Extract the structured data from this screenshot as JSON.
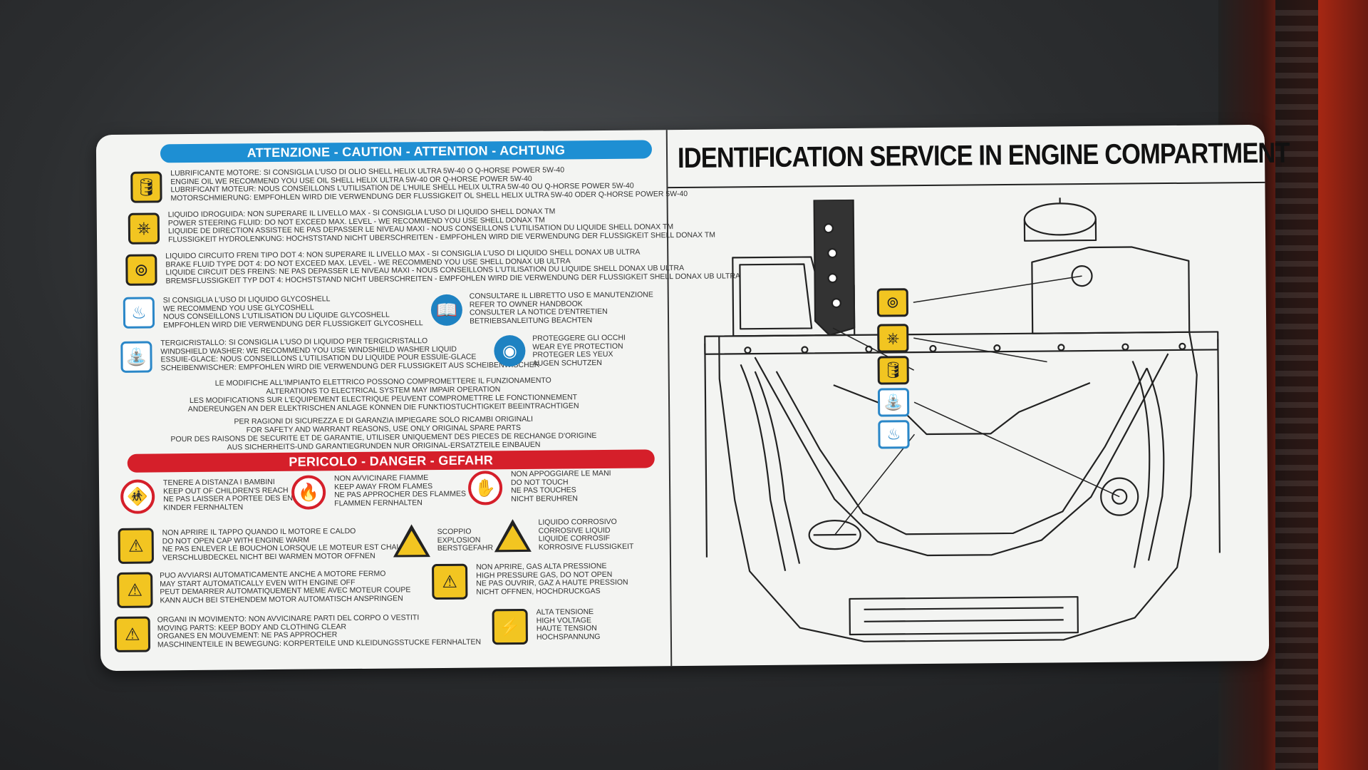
{
  "left_panel": {
    "caution_header": "ATTENZIONE - CAUTION - ATTENTION - ACHTUNG",
    "caution_items": [
      {
        "icon": "oil-can-icon",
        "style": "yellow",
        "lines": [
          "LUBRIFICANTE MOTORE: SI CONSIGLIA L'USO DI OLIO SHELL HELIX ULTRA 5W-40 O Q-HORSE POWER 5W-40",
          "ENGINE OIL WE RECOMMEND YOU USE OIL SHELL HELIX ULTRA 5W-40 OR Q-HORSE POWER 5W-40",
          "LUBRIFICANT MOTEUR: NOUS CONSEILLONS L'UTILISATION DE L'HUILE SHELL HELIX ULTRA 5W-40 OU Q-HORSE POWER 5W-40",
          "MOTORSCHMIERUNG: EMPFOHLEN WIRD DIE VERWENDUNG DER FLUSSIGKEIT OL SHELL HELIX ULTRA 5W-40 ODER Q-HORSE POWER 5W-40"
        ]
      },
      {
        "icon": "steering-wheel-icon",
        "style": "yellow",
        "lines": [
          "LIQUIDO IDROGUIDA: NON SUPERARE IL LIVELLO MAX - SI CONSIGLIA L'USO DI LIQUIDO SHELL DONAX TM",
          "POWER STEERING FLUID: DO NOT EXCEED MAX. LEVEL - WE RECOMMEND YOU USE SHELL DONAX TM",
          "LIQUIDE DE DIRECTION ASSISTEE NE PAS DEPASSER LE NIVEAU MAXI - NOUS CONSEILLONS L'UTILISATION DU LIQUIDE SHELL DONAX TM",
          "FLUSSIGKEIT HYDROLENKUNG: HOCHSTSTAND NICHT UBERSCHREITEN - EMPFOHLEN WIRD DIE VERWENDUNG DER FLUSSIGKEIT SHELL DONAX TM"
        ]
      },
      {
        "icon": "brake-fluid-icon",
        "style": "yellow",
        "lines": [
          "LIQUIDO CIRCUITO FRENI TIPO DOT 4: NON SUPERARE IL LIVELLO MAX - SI CONSIGLIA L'USO DI LIQUIDO SHELL DONAX UB ULTRA",
          "BRAKE FLUID TYPE DOT 4: DO NOT EXCEED MAX. LEVEL - WE RECOMMEND YOU USE SHELL DONAX UB ULTRA",
          "LIQUIDE CIRCUIT DES FREINS: NE PAS DEPASSER LE NIVEAU MAXI - NOUS CONSEILLONS L'UTILISATION DU LIQUIDE SHELL DONAX UB ULTRA",
          "BREMSFLUSSIGKEIT TYP DOT 4: HOCHSTSTAND NICHT UBERSCHREITEN - EMPFOHLEN WIRD DIE VERWENDUNG DER FLUSSIGKEIT SHELL DONAX UB ULTRA"
        ]
      },
      {
        "icon": "coolant-icon",
        "style": "bluebox",
        "lines": [
          "SI CONSIGLIA L'USO DI LIQUIDO GLYCOSHELL",
          "WE RECOMMEND YOU USE GLYCOSHELL",
          "NOUS CONSEILLONS L'UTILISATION DU LIQUIDE GLYCOSHELL",
          "EMPFOHLEN WIRD DIE VERWENDUNG DER FLUSSIGKEIT GLYCOSHELL"
        ]
      },
      {
        "icon": "washer-fluid-icon",
        "style": "bluebox",
        "lines": [
          "TERGICRISTALLO: SI CONSIGLIA L'USO DI LIQUIDO PER TERGICRISTALLO",
          "WINDSHIELD WASHER: WE RECOMMEND YOU USE WINDSHIELD WASHER LIQUID",
          "ESSUIE-GLACE: NOUS CONSEILLONS L'UTILISATION DU LIQUIDE POUR ESSUIE-GLACE",
          "SCHEIBENWISCHER: EMPFOHLEN WIRD DIE VERWENDUNG DER FLUSSIGKEIT AUS SCHEIBENWISCHER"
        ]
      }
    ],
    "handbook": {
      "icon": "handbook-icon",
      "lines": [
        "CONSULTARE IL LIBRETTO USO E MANUTENZIONE",
        "REFER TO OWNER HANDBOOK",
        "CONSULTER LA NOTICE D'ENTRETIEN",
        "BETRIEBSANLEITUNG BEACHTEN"
      ]
    },
    "eye_protection": {
      "icon": "eye-protection-icon",
      "lines": [
        "PROTEGGERE GLI OCCHI",
        "WEAR EYE PROTECTION",
        "PROTEGER LES YEUX",
        "AUGEN SCHUTZEN"
      ]
    },
    "electrical_notice": [
      "LE MODIFICHE ALL'IMPIANTO ELETTRICO POSSONO COMPROMETTERE IL FUNZIONAMENTO",
      "ALTERATIONS TO ELECTRICAL SYSTEM MAY IMPAIR OPERATION",
      "LES MODIFICATIONS SUR L'EQUIPEMENT ELECTRIQUE PEUVENT COMPROMETTRE LE FONCTIONNEMENT",
      "ANDEREUNGEN AN DER ELEKTRISCHEN ANLAGE KONNEN DIE FUNKTIOSTUCHTIGKEIT BEEINTRACHTIGEN"
    ],
    "spare_parts_notice": [
      "PER RAGIONI DI SICUREZZA E DI GARANZIA IMPIEGARE SOLO RICAMBI ORIGINALI",
      "FOR SAFETY AND WARRANT REASONS, USE ONLY ORIGINAL SPARE PARTS",
      "POUR DES RAISONS DE SECURITE ET DE GARANTIE, UTILISER UNIQUEMENT DES PIECES DE RECHANGE D'ORIGINE",
      "AUS SICHERHEITS-UND GARANTIEGRUNDEN NUR ORIGINAL-ERSATZTEILE EINBAUEN"
    ],
    "danger_header": "PERICOLO - DANGER - GEFAHR",
    "prohibitions": [
      {
        "icon": "no-children-icon",
        "lines": [
          "TENERE A DISTANZA I BAMBINI",
          "KEEP OUT OF CHILDREN'S REACH",
          "NE PAS LAISSER A PORTEE DES ENFANTS",
          "KINDER FERNHALTEN"
        ]
      },
      {
        "icon": "no-flames-icon",
        "lines": [
          "NON AVVICINARE FIAMME",
          "KEEP AWAY FROM FLAMES",
          "NE PAS APPROCHER DES FLAMMES",
          "FLAMMEN FERNHALTEN"
        ]
      },
      {
        "icon": "no-hands-icon",
        "lines": [
          "NON APPOGGIARE LE MANI",
          "DO NOT TOUCH",
          "NE PAS TOUCHES",
          "NICHT BERUHREN"
        ]
      }
    ],
    "dangers": [
      {
        "icon": "hot-cap-icon",
        "lines": [
          "NON APRIRE IL TAPPO QUANDO IL MOTORE E CALDO",
          "DO NOT OPEN CAP WITH ENGINE WARM",
          "NE PAS ENLEVER LE BOUCHON LORSQUE LE MOTEUR EST CHAUD",
          "VERSCHLUBDECKEL NICHT BEI WARMEN MOTOR OFFNEN"
        ]
      },
      {
        "icon": "explosion-icon",
        "lines": [
          "SCOPPIO",
          "EXPLOSION",
          "BERSTGEFAHR"
        ]
      },
      {
        "icon": "corrosive-icon",
        "lines": [
          "LIQUIDO CORROSIVO",
          "CORROSIVE LIQUID",
          "LIQUIDE CORROSIF",
          "KORROSIVE FLUSSIGKEIT"
        ]
      },
      {
        "icon": "auto-start-icon",
        "lines": [
          "PUO AVVIARSI AUTOMATICAMENTE ANCHE A MOTORE FERMO",
          "MAY START AUTOMATICALLY EVEN WITH ENGINE OFF",
          "PEUT DEMARRER AUTOMATIQUEMENT MEME AVEC MOTEUR COUPE",
          "KANN AUCH BEI STEHENDEM MOTOR AUTOMATISCH ANSPRINGEN"
        ]
      },
      {
        "icon": "high-pressure-gas-icon",
        "lines": [
          "NON APRIRE, GAS ALTA PRESSIONE",
          "HIGH PRESSURE GAS, DO NOT OPEN",
          "NE PAS OUVRIR, GAZ A HAUTE PRESSION",
          "NICHT OFFNEN, HOCHDRUCKGAS"
        ]
      },
      {
        "icon": "moving-parts-icon",
        "lines": [
          "ORGANI IN MOVIMENTO: NON AVVICINARE PARTI DEL CORPO O VESTITI",
          "MOVING PARTS: KEEP BODY AND CLOTHING CLEAR",
          "ORGANES EN MOUVEMENT: NE PAS APPROCHER",
          "MASCHINENTEILE IN BEWEGUNG: KORPERTEILE UND KLEIDUNGSSTUCKE FERNHALTEN"
        ]
      },
      {
        "icon": "high-voltage-icon",
        "lines": [
          "ALTA TENSIONE",
          "HIGH VOLTAGE",
          "HAUTE TENSION",
          "HOCHSPANNUNG"
        ]
      }
    ]
  },
  "right_panel": {
    "title": "IDENTIFICATION SERVICE IN ENGINE COMPARTMENT",
    "diagram_icons": [
      {
        "icon": "brake-fluid-icon",
        "style": "yellow"
      },
      {
        "icon": "steering-wheel-icon",
        "style": "yellow"
      },
      {
        "icon": "oil-can-icon",
        "style": "yellow"
      },
      {
        "icon": "washer-fluid-icon",
        "style": "bluebox"
      },
      {
        "icon": "coolant-icon",
        "style": "bluebox"
      }
    ]
  },
  "colors": {
    "caution_blue": "#1e8fd3",
    "danger_red": "#d51f2a",
    "warning_yellow": "#f2c521",
    "label_bg": "#f3f4f2"
  }
}
